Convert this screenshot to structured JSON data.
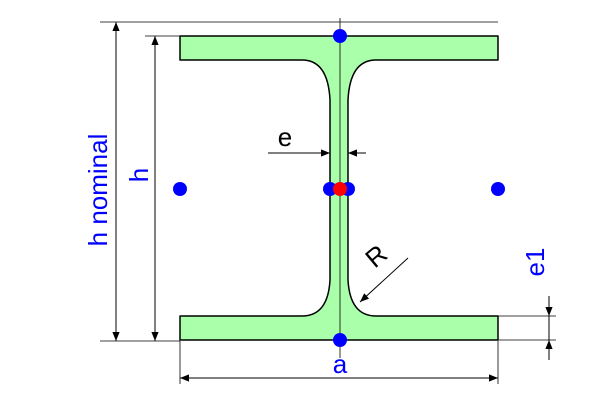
{
  "labels": {
    "h_nominal": "h nominal",
    "h": "h",
    "e": "e",
    "R": "R",
    "e1": "e1",
    "a": "a"
  },
  "colors": {
    "section_fill": "#aaffaa",
    "outline": "#000000",
    "label": "#0000ff",
    "point": "#0000ff",
    "center_point": "#ff0000"
  }
}
